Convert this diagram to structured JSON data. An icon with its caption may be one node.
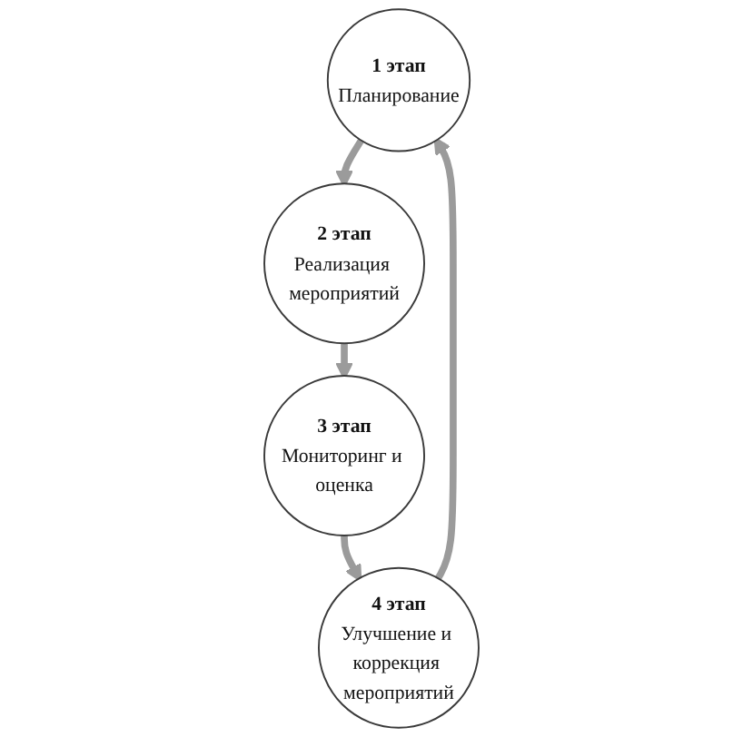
{
  "diagram": {
    "nodes": [
      {
        "text": [
          "1 этап",
          "Планирование"
        ]
      },
      {
        "text": [
          "2 этап",
          "Реализация мероприятий"
        ]
      },
      {
        "text": [
          "3 этап",
          "Мониторинг и оценка"
        ]
      },
      {
        "text": [
          "4 этап",
          "Улучшение и коррекция мероприятий"
        ]
      }
    ],
    "edges": [
      {
        "from": 0,
        "to": 1,
        "arrow": "to"
      },
      {
        "from": 1,
        "to": 2,
        "arrow": "to"
      },
      {
        "from": 2,
        "to": 3,
        "arrow": "to"
      },
      {
        "from": 3,
        "to": 0,
        "arrow": "to"
      }
    ]
  }
}
